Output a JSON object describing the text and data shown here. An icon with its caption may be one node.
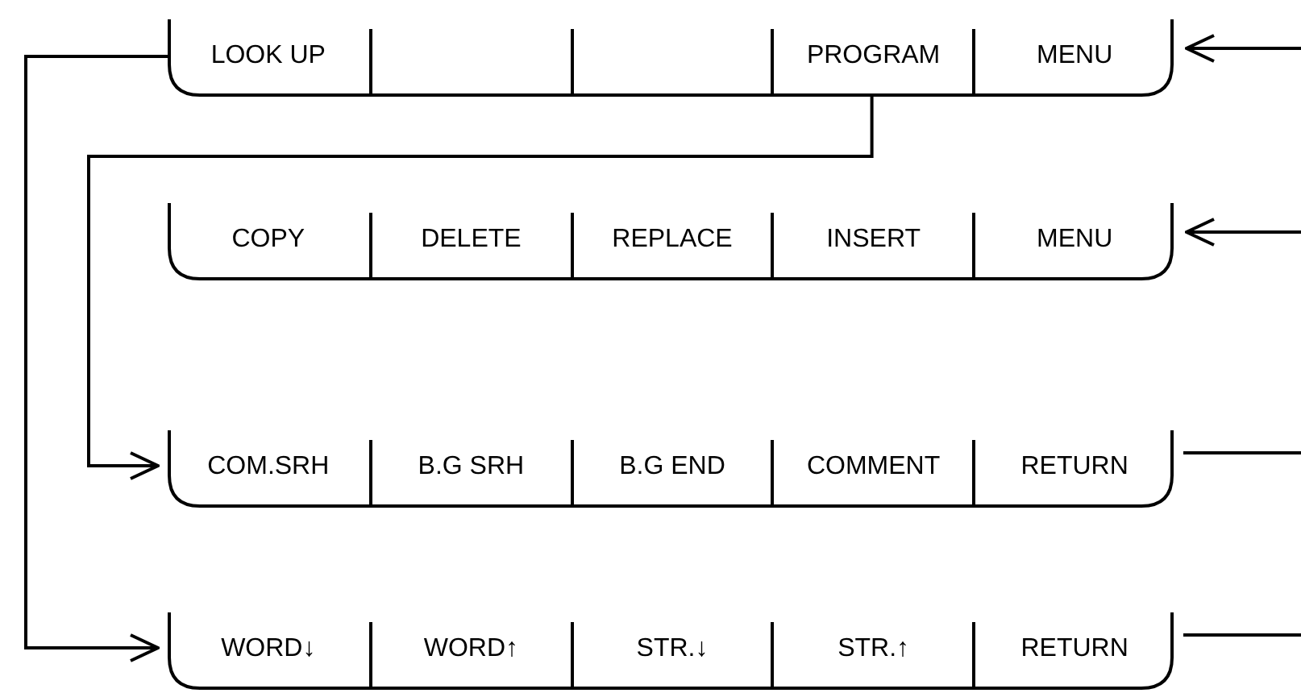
{
  "diagram": {
    "nodes": [
      {
        "text": [],
        "shape": "bar"
      },
      {
        "text": [
          "LOOK UP"
        ],
        "in": 0
      },
      {
        "text": [],
        "shape": "box",
        "in": 0
      },
      {
        "text": [],
        "shape": "box",
        "in": 0
      },
      {
        "text": [
          "PROGRAM"
        ],
        "in": 0
      },
      {
        "text": [
          "MENU"
        ],
        "in": 0
      },
      {
        "text": [],
        "shape": "bar"
      },
      {
        "text": [
          "COPY"
        ],
        "in": 6
      },
      {
        "text": [
          "DELETE"
        ],
        "in": 6
      },
      {
        "text": [
          "REPLACE"
        ],
        "in": 6
      },
      {
        "text": [
          "INSERT"
        ],
        "in": 6
      },
      {
        "text": [
          "MENU"
        ],
        "in": 6
      },
      {
        "text": [],
        "shape": "bar"
      },
      {
        "text": [
          "COM.SRH"
        ],
        "in": 12
      },
      {
        "text": [
          "B.G SRH"
        ],
        "in": 12
      },
      {
        "text": [
          "B.G END"
        ],
        "in": 12
      },
      {
        "text": [
          "COMMENT"
        ],
        "in": 12
      },
      {
        "text": [
          "RETURN"
        ],
        "in": 12
      },
      {
        "text": [],
        "shape": "bar"
      },
      {
        "text": [
          "WORD↓"
        ],
        "in": 18
      },
      {
        "text": [
          "WORD↑"
        ],
        "in": 18
      },
      {
        "text": [
          "STR.↓"
        ],
        "in": 18
      },
      {
        "text": [
          "STR.↑"
        ],
        "in": 18
      },
      {
        "text": [
          "RETURN"
        ],
        "in": 18
      }
    ],
    "edges": [
      {
        "from": 1,
        "to": 18,
        "arrow": "to"
      },
      {
        "from": 4,
        "to": 12,
        "arrow": "to"
      },
      {
        "from": null,
        "to": 0,
        "arrow": "to"
      },
      {
        "from": null,
        "to": 6,
        "arrow": "to"
      },
      {
        "from": 12,
        "to": null,
        "arrow": "none"
      },
      {
        "from": 18,
        "to": null,
        "arrow": "none"
      }
    ]
  }
}
